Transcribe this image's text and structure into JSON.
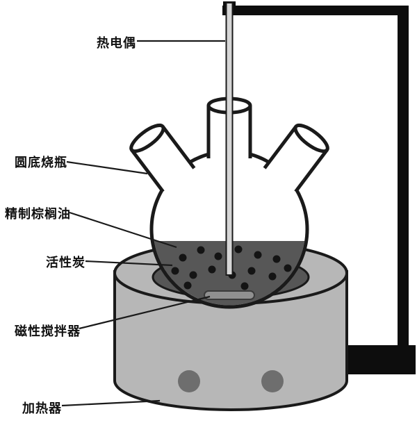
{
  "labels": {
    "thermocouple": "热电偶",
    "round_bottom_flask": "圆底烧瓶",
    "refined_palm_oil": "精制棕榈油",
    "activated_carbon": "活性炭",
    "magnetic_stirrer": "磁性搅拌器",
    "heater": "加热器"
  },
  "colors": {
    "outline": "#1a1a1a",
    "stand": "#0d0d0d",
    "rod": "#d6d6d6",
    "heater_body": "#b7b7b7",
    "heater_well": "#565656",
    "liquid": "#575757",
    "particle": "#141414",
    "stir_bar": "#909090",
    "knob": "#6e6e6e",
    "background": "#ffffff"
  }
}
